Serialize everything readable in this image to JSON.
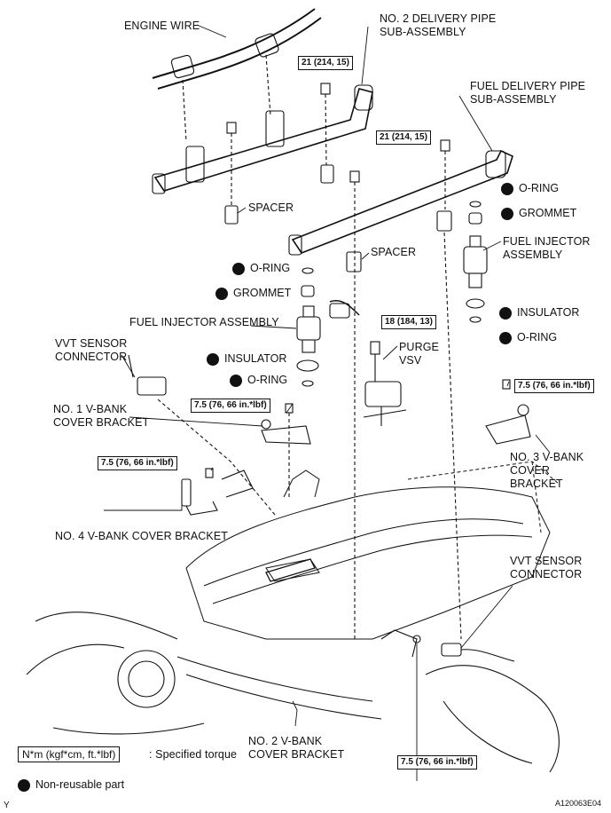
{
  "labels": {
    "engine_wire": "ENGINE WIRE",
    "no2_delivery_pipe": "NO. 2 DELIVERY PIPE\nSUB-ASSEMBLY",
    "fuel_delivery_pipe": "FUEL DELIVERY PIPE\nSUB-ASSEMBLY",
    "spacer_left": "SPACER",
    "spacer_mid": "SPACER",
    "oring_right_top": "O-RING",
    "grommet_right": "GROMMET",
    "fuel_injector_right": "FUEL INJECTOR\nASSEMBLY",
    "insulator_right": "INSULATOR",
    "oring_right_bottom": "O-RING",
    "oring_left_top": "O-RING",
    "grommet_left": "GROMMET",
    "fuel_injector_left": "FUEL INJECTOR ASSEMBLY",
    "insulator_left": "INSULATOR",
    "oring_left_bottom": "O-RING",
    "vvt_sensor_left": "VVT SENSOR\nCONNECTOR",
    "purge_vsv": "PURGE\nVSV",
    "no1_vbank": "NO. 1 V-BANK\nCOVER BRACKET",
    "no3_vbank": "NO. 3 V-BANK\nCOVER\nBRACKET",
    "no4_vbank": "NO. 4 V-BANK COVER BRACKET",
    "vvt_sensor_right": "VVT SENSOR\nCONNECTOR",
    "no2_vbank": "NO. 2 V-BANK\nCOVER BRACKET"
  },
  "torques": {
    "t_no2_pipe": "21 (214, 15)",
    "t_fuel_pipe": "21 (214, 15)",
    "t_purge": "18 (184, 13)",
    "t_no1": "7.5 (76, 66 in.*lbf)",
    "t_no3": "7.5 (76, 66 in.*lbf)",
    "t_no4": "7.5 (76, 66 in.*lbf)",
    "t_bottom": "7.5 (76, 66 in.*lbf)"
  },
  "legend": {
    "torque_unit": "N*m (kgf*cm, ft.*lbf)",
    "torque_text": ": Specified torque",
    "nonreusable_text": "Non-reusable part"
  },
  "footer": {
    "corner_letter": "Y",
    "figure_id": "A120063E04"
  }
}
